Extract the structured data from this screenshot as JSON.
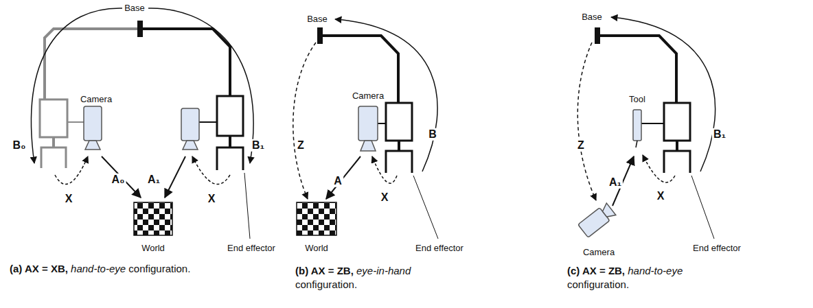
{
  "diagram": {
    "labels": [
      "Base",
      "Camera",
      "B₀",
      "A₀",
      "A₁",
      "X",
      "X",
      "B₁",
      "World",
      "End effector",
      "(a) AX = XB, hand-to-eye configuration.",
      "Base",
      "Camera",
      "Z",
      "B",
      "A",
      "X",
      "World",
      "End effector",
      "(b) AX = ZB, eye-in-hand configuration.",
      "Base",
      "Tool",
      "Z",
      "B₁",
      "A₁",
      "X",
      "End effector",
      "Camera",
      "(c) AX = ZB, hand-to-eye configuration."
    ]
  }
}
